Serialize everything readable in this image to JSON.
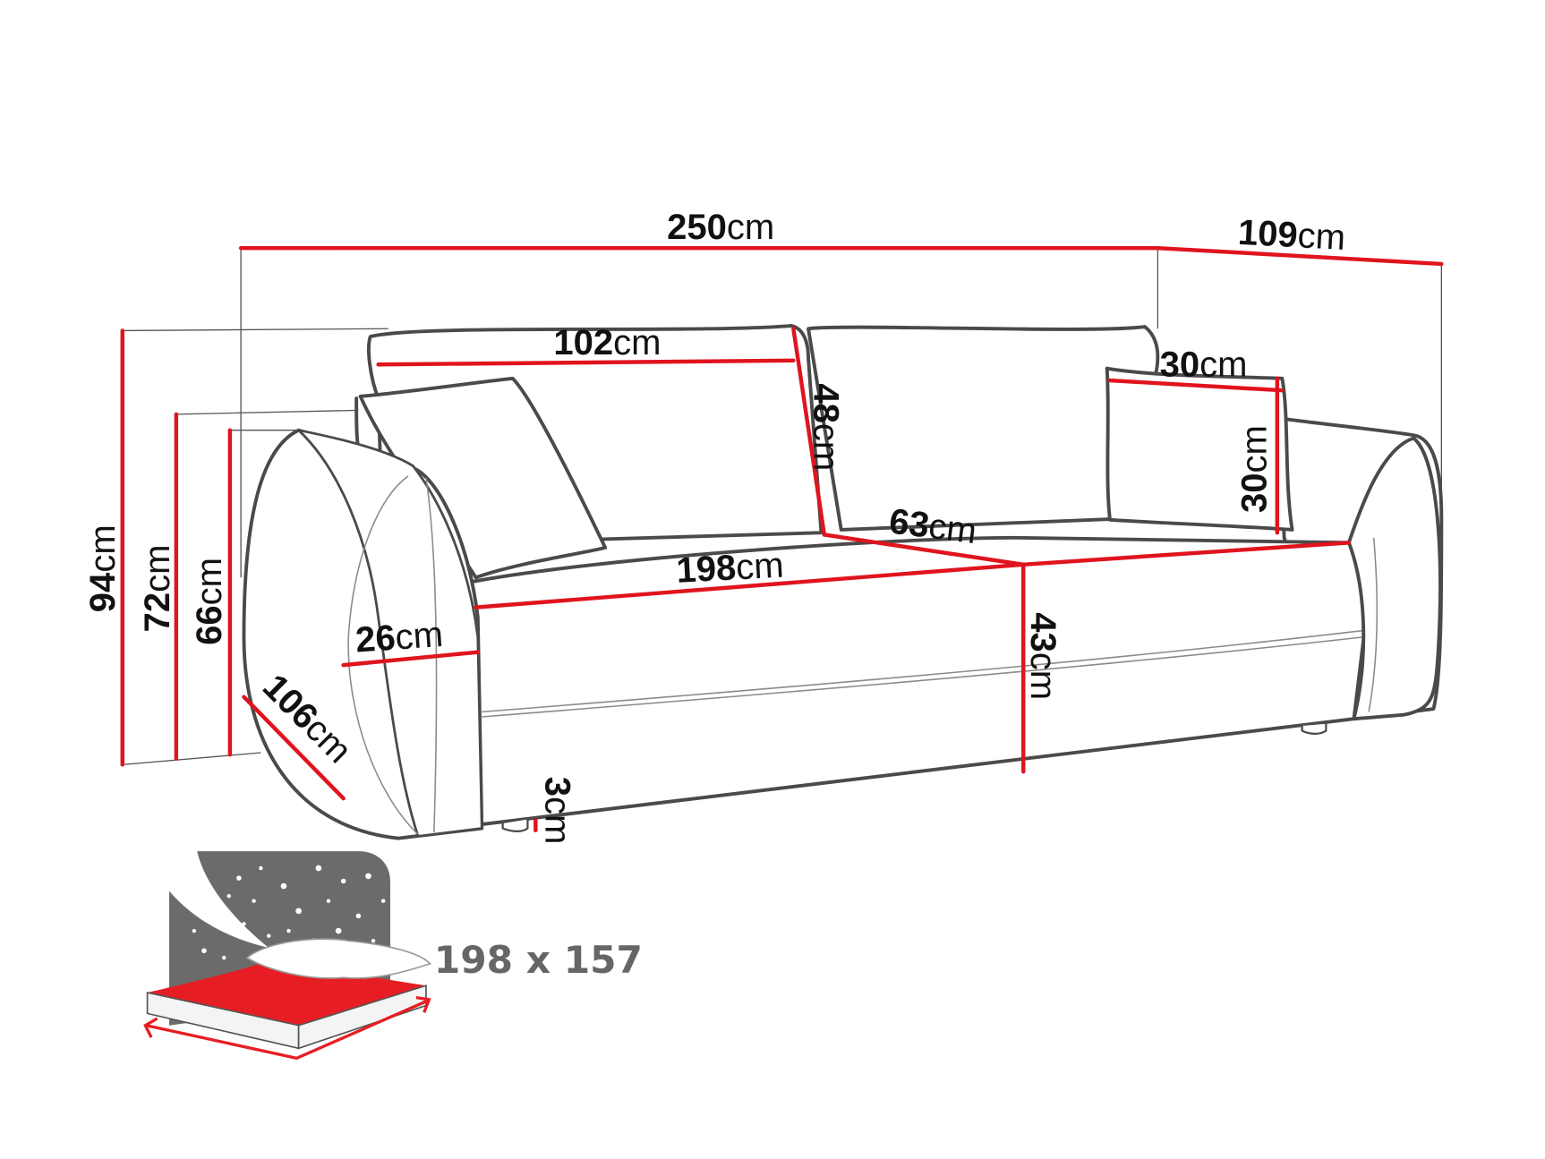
{
  "title": "Sofa dimensions diagram",
  "unit": "cm",
  "dimensions": {
    "total_width": "250",
    "depth": "109",
    "total_height": "94",
    "armrest_height": "72",
    "side_height": "66",
    "backrest_cushion_width": "102",
    "backrest_cushion_height": "48",
    "pillow_width": "30",
    "pillow_height": "30",
    "seat_depth": "63",
    "seat_width": "198",
    "seat_height": "43",
    "armrest_width": "26",
    "armrest_depth": "106",
    "leg_height": "3"
  },
  "sleeping_area": {
    "label": "198 x 157"
  },
  "colors": {
    "dimension_line": "#e0141e",
    "outline": "#4a4a4a",
    "bed_icon_bg": "#6b6b6b",
    "bed_sheet": "#e61e24"
  }
}
